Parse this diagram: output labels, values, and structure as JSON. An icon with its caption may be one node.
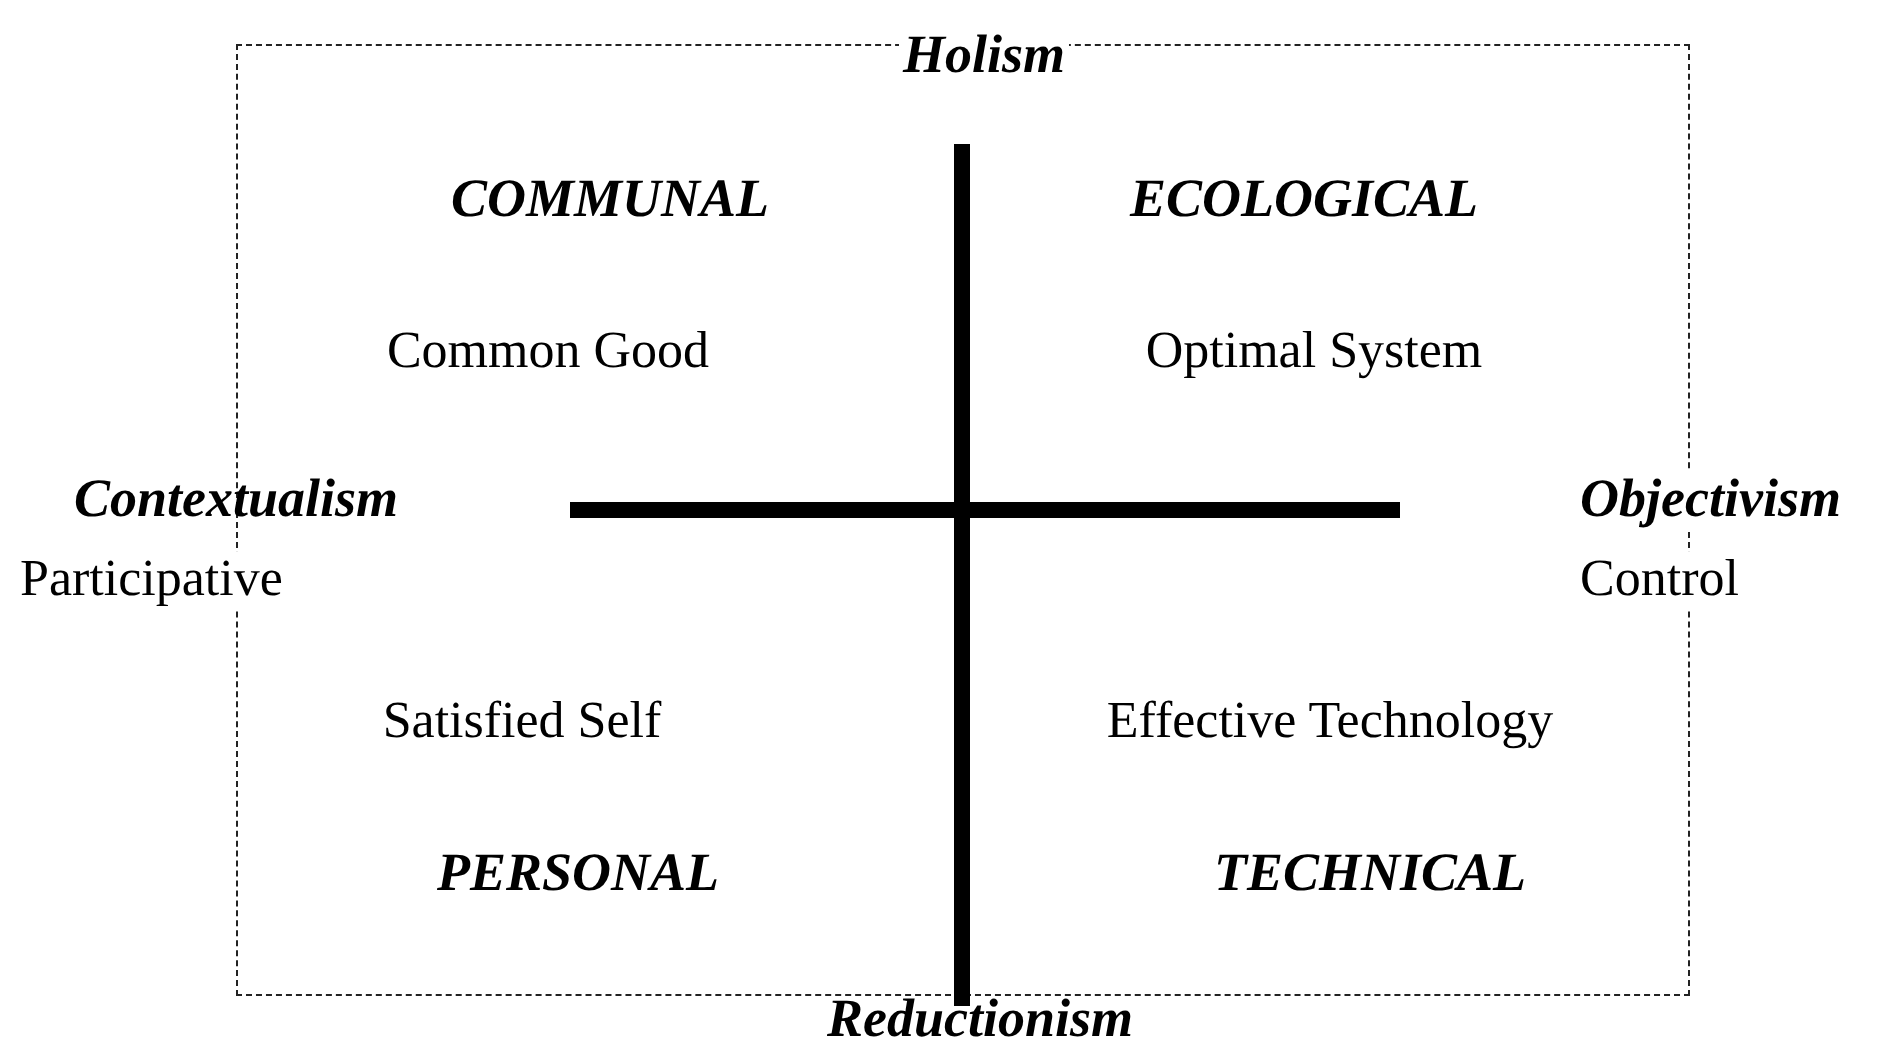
{
  "diagram": {
    "labels": [
      "Holism",
      "COMMUNAL",
      "ECOLOGICAL",
      "Common Good",
      "Optimal System",
      "Contextualism",
      "Objectivism",
      "Participative",
      "Control",
      "Satisfied Self",
      "Effective Technology",
      "PERSONAL",
      "TECHNICAL",
      "Reductionism"
    ]
  }
}
